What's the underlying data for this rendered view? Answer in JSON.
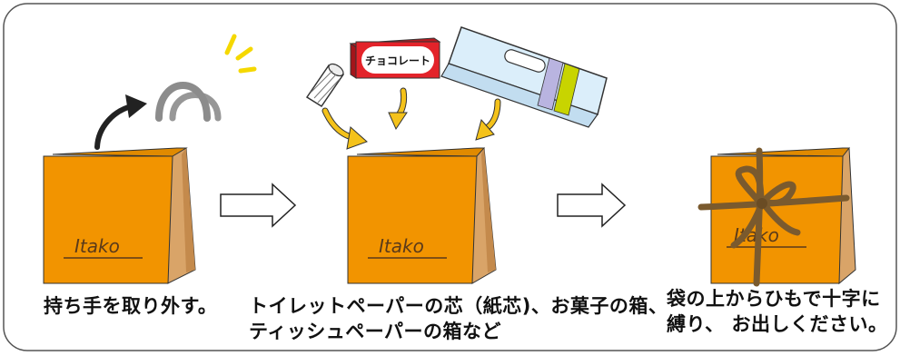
{
  "steps": [
    {
      "caption_lines": [
        "持ち手を取り外す。"
      ],
      "bag_label": "Itako"
    },
    {
      "caption_lines": [
        "トイレットペーパーの芯（紙芯)、お菓子の箱、",
        "ティッシュペーパーの箱など"
      ],
      "bag_label": "Itako",
      "chocolate_box_label": "チョコレート"
    },
    {
      "caption_lines": [
        "袋の上からひもで十字に",
        "縛り、 お出しください。"
      ],
      "bag_label": "Itako"
    }
  ],
  "colors": {
    "bag_front": "#f29400",
    "bag_side": "#d9a468",
    "bag_side_dark": "#c48a4c",
    "bag_label": "#5a3a1a",
    "string": "#7a5a2e",
    "arrow_yellow": "#f4c21a",
    "arrow_black": "#222222",
    "handle_gray": "#8c8c8c",
    "burst_yellow": "#f5d800",
    "choco_red": "#e3232a",
    "tissue_blue": "#dbeefa",
    "tissue_purple": "#b9b4e0",
    "tissue_green": "#c8d400",
    "frame": "#555555"
  }
}
